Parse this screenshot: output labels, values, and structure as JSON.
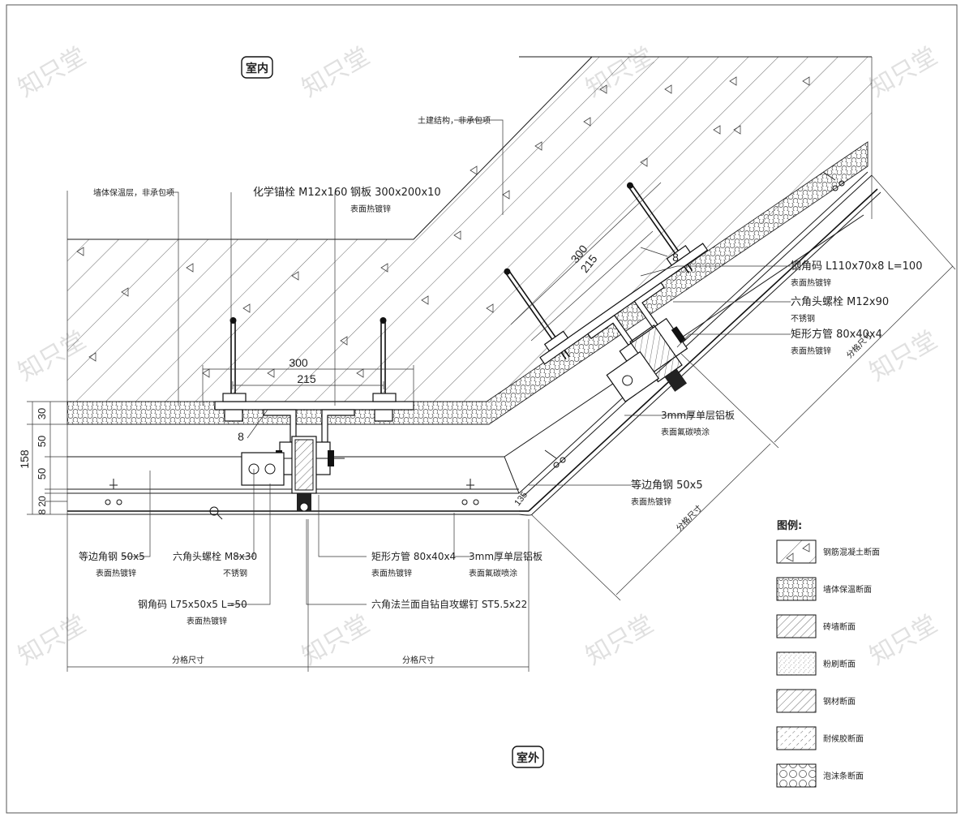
{
  "rooms": {
    "indoor": "室内",
    "outdoor": "室外"
  },
  "watermark": "知只堂",
  "labels": {
    "structure": "土建结构，非承包项",
    "insulation": "墙体保温层，非承包项",
    "anchor": "化学锚栓 M12x160",
    "plate_line1": "钢板 300x200x10",
    "plate_line2": "表面热镀锌",
    "angle_r_line1": "钢角码 L110x70x8 L=100",
    "angle_r_line2": "表面热镀锌",
    "bolt_r_line1": "六角头螺栓 M12x90",
    "bolt_r_line2": "不锈钢",
    "tube_r_line1": "矩形方管 80x40x4",
    "tube_r_line2": "表面热镀锌",
    "alu_r_line1": "3mm厚单层铝板",
    "alu_r_line2": "表面氟碳喷涂",
    "eqangle_r_line1": "等边角钢 50x5",
    "eqangle_r_line2": "表面热镀锌",
    "eqangle_l_line1": "等边角钢 50x5",
    "eqangle_l_line2": "表面热镀锌",
    "bolt_l_line1": "六角头螺栓 M8x30",
    "bolt_l_line2": "不锈钢",
    "tube_l_line1": "矩形方管 80x40x4",
    "tube_l_line2": "表面热镀锌",
    "alu_l_line1": "3mm厚单层铝板",
    "alu_l_line2": "表面氟碳喷涂",
    "angle_l_line1": "钢角码 L75x50x5 L=50",
    "angle_l_line2": "表面热镀锌",
    "screw": "六角法兰面自钻自攻螺钉 ST5.5x22"
  },
  "dimensions": {
    "d300": "300",
    "d215": "215",
    "d8": "8",
    "d300b": "300",
    "d215b": "215",
    "d8b": "8",
    "v158": "158",
    "v30": "30",
    "v50a": "50",
    "v50b": "50",
    "v20": "20",
    "v8": "8",
    "grid_left": "分格尺寸",
    "grid_mid": "分格尺寸",
    "grid_diag1": "分格尺寸",
    "grid_diag2": "分格尺寸",
    "d135": "135"
  },
  "legend": {
    "title": "图例:",
    "items": [
      {
        "label": "钢筋混凝土断面",
        "pattern": "concrete"
      },
      {
        "label": "墙体保温断面",
        "pattern": "honeycomb"
      },
      {
        "label": "砖墙断面",
        "pattern": "hatch"
      },
      {
        "label": "粉刷断面",
        "pattern": "stipple"
      },
      {
        "label": "钢材断面",
        "pattern": "hatch"
      },
      {
        "label": "耐候胶断面",
        "pattern": "dashhatch"
      },
      {
        "label": "泡沫条断面",
        "pattern": "circles"
      }
    ]
  }
}
